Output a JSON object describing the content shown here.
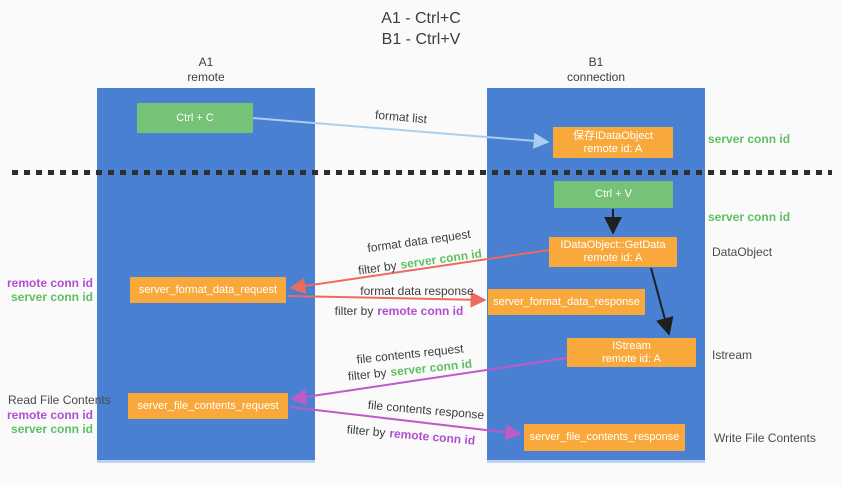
{
  "title": {
    "line1": "A1 - Ctrl+C",
    "line2": "B1 - Ctrl+V"
  },
  "lanes": {
    "a1": {
      "name": "A1",
      "role": "remote"
    },
    "b1": {
      "name": "B1",
      "role": "connection"
    }
  },
  "nodes": {
    "ctrl_c": {
      "label": "Ctrl + C"
    },
    "ctrl_v": {
      "label": "Ctrl + V"
    },
    "save_dataobject": {
      "line1": "保存IDataObject",
      "line2": "remote id: A"
    },
    "getdata": {
      "line1": "IDataObject::GetData",
      "line2": "remote id: A"
    },
    "istream": {
      "line1": "IStream",
      "line2": "remote id: A"
    },
    "server_format_data_request": {
      "label": "server_format_data_request"
    },
    "server_format_data_response": {
      "label": "server_format_data_response"
    },
    "server_file_contents_request": {
      "label": "server_file_contents_request"
    },
    "server_file_contents_response": {
      "label": "server_file_contents_response"
    }
  },
  "edge_labels": {
    "format_list": "format list",
    "format_data_request": "format data request",
    "format_data_response": "format data response",
    "file_contents_request": "file contents request",
    "file_contents_response": "file contents response",
    "filter_by": "filter by",
    "server_conn_id": "server conn id",
    "remote_conn_id": "remote conn id"
  },
  "side_labels": {
    "server_conn_id": "server conn id",
    "remote_conn_id": "remote conn id",
    "dataobject": "DataObject",
    "istream": "Istream",
    "read_file_contents": "Read File Contents",
    "write_file_contents": "Write File Contents"
  },
  "colors": {
    "lane_blue": "#4a80d2",
    "node_green": "#76c377",
    "node_orange": "#f9a93c",
    "label_green": "#5fbf63",
    "label_purple": "#b14fd0",
    "arrow_blue": "#a9cfee",
    "arrow_red": "#ed6a5f",
    "arrow_magenta": "#c05ac7",
    "arrow_black": "#1f1f1f"
  }
}
